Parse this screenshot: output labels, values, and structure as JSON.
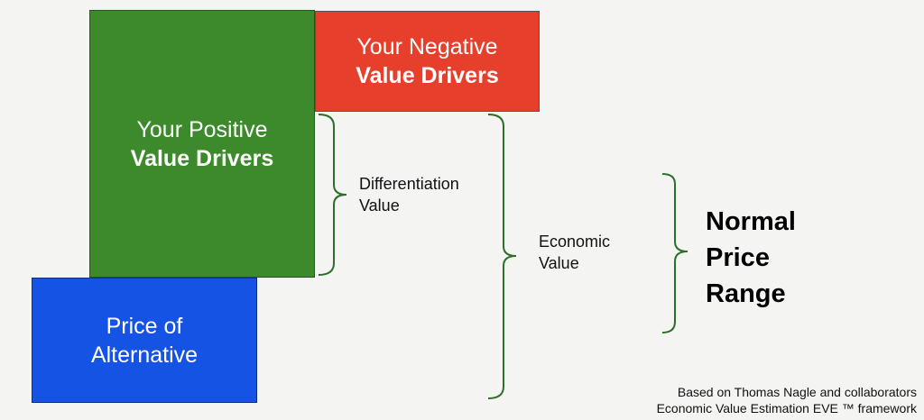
{
  "positive_box": {
    "line1": "Your Positive",
    "line2": "Value Drivers",
    "color": "#3d8a2d"
  },
  "negative_box": {
    "line1": "Your Negative",
    "line2": "Value Drivers",
    "color": "#e63f2c"
  },
  "alternative_box": {
    "line1": "Price of",
    "line2": "Alternative",
    "color": "#1553e4"
  },
  "differentiation_value": {
    "line1": "Differentiation",
    "line2": "Value"
  },
  "economic_value": {
    "line1": "Economic",
    "line2": "Value"
  },
  "normal_price_range": {
    "line1": "Normal",
    "line2": "Price",
    "line3": "Range"
  },
  "brace_color": "#2f6e2a",
  "credit": {
    "line1": "Based on Thomas Nagle and collaborators",
    "line2": "Economic Value Estimation EVE ™ framework"
  }
}
